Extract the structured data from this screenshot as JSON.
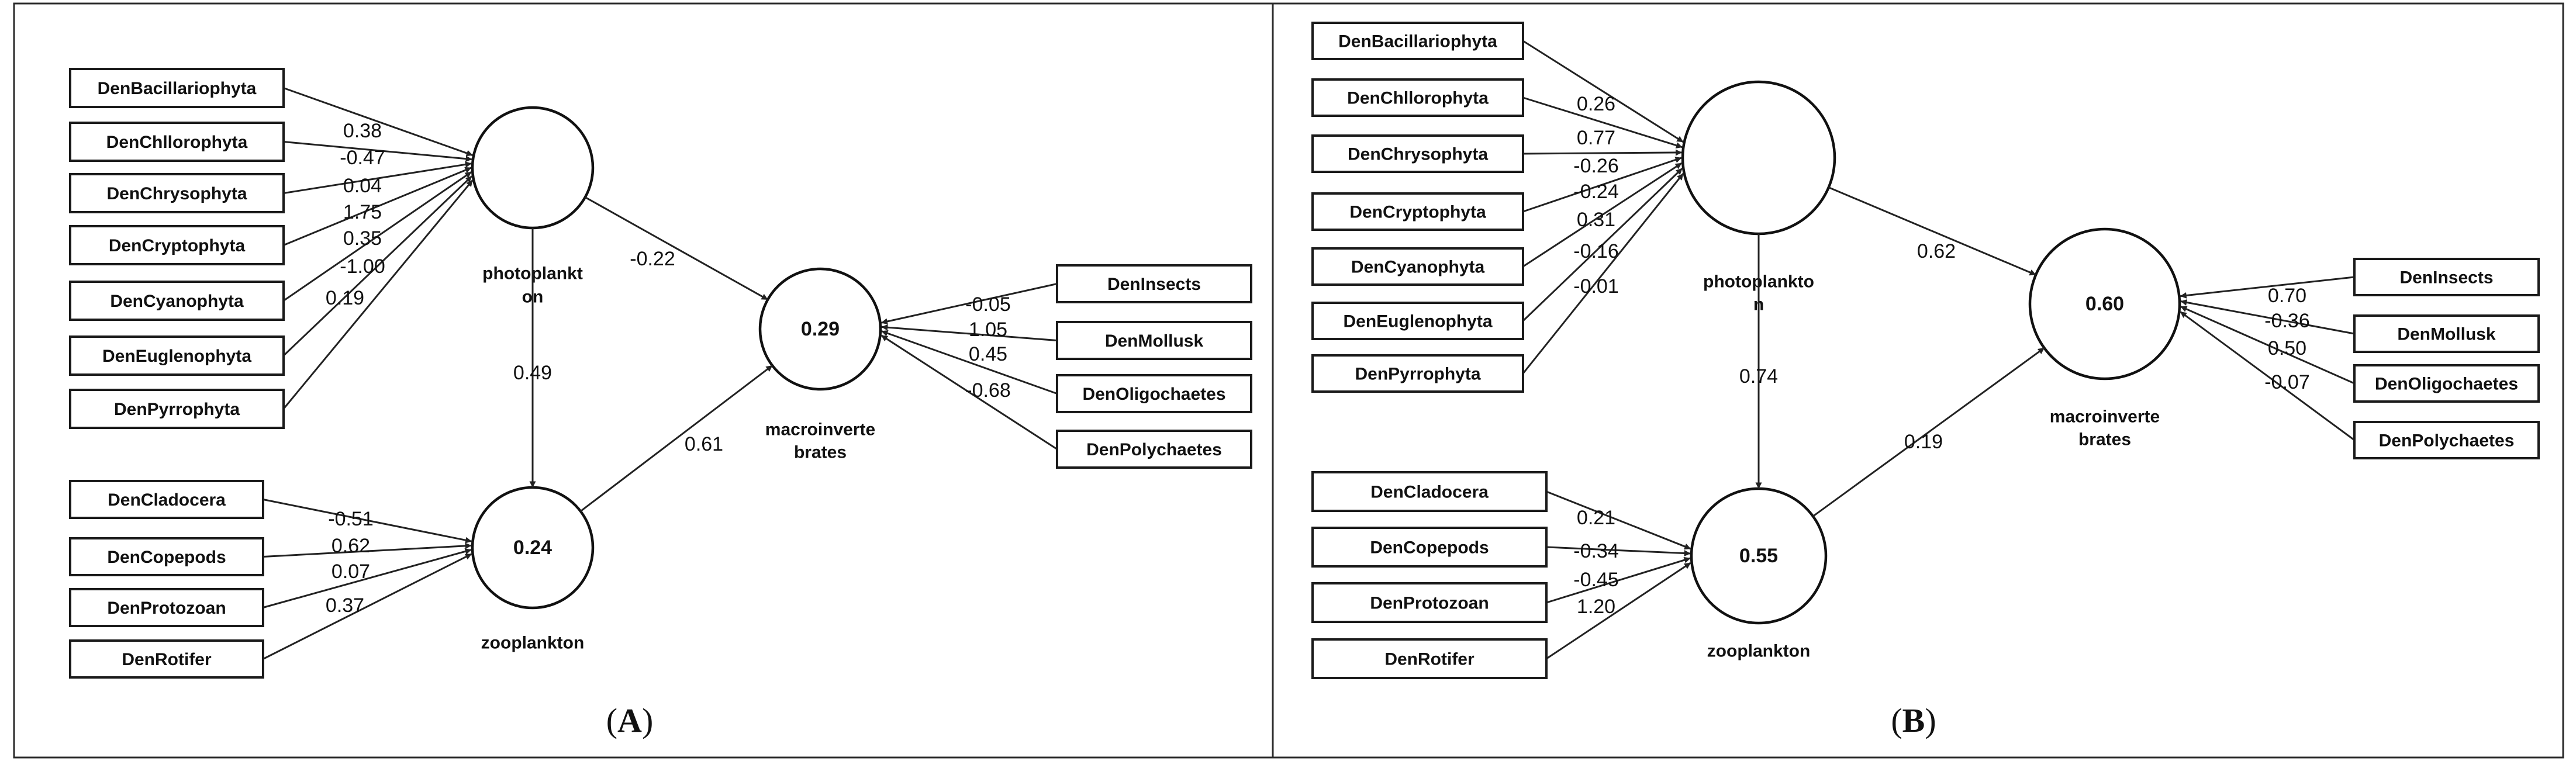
{
  "diagrams": [
    {
      "label": "A",
      "formative": [
        {
          "name": "DenBacillariophyta",
          "coef": "0.38"
        },
        {
          "name": "DenChllorophyta",
          "coef": "-0.47"
        },
        {
          "name": "DenChrysophyta",
          "coef": "0.04"
        },
        {
          "name": "DenCryptophyta",
          "coef": "1.75"
        },
        {
          "name": "DenCyanophyta",
          "coef": "0.35"
        },
        {
          "name": "DenEuglenophyta",
          "coef": "-1.00"
        },
        {
          "name": "DenPyrrophyta",
          "coef": "0.19"
        }
      ],
      "zoo_ind": [
        {
          "name": "DenCladocera",
          "coef": "-0.51"
        },
        {
          "name": "DenCopepods",
          "coef": "0.62"
        },
        {
          "name": "DenProtozoan",
          "coef": "0.07"
        },
        {
          "name": "DenRotifer",
          "coef": "0.37"
        }
      ],
      "macro_ind": [
        {
          "name": "DenInsects",
          "coef": "-0.05"
        },
        {
          "name": "DenMollusk",
          "coef": "1.05"
        },
        {
          "name": "DenOligochaetes",
          "coef": "0.45"
        },
        {
          "name": "DenPolychaetes",
          "coef": "-0.68"
        }
      ],
      "latent": {
        "phyto": {
          "name_lines": [
            "photoplankt",
            "on"
          ],
          "r2": ""
        },
        "zoo": {
          "name_lines": [
            "zooplankton"
          ],
          "r2": "0.24"
        },
        "macro": {
          "name_lines": [
            "macroinverte",
            "brates"
          ],
          "r2": "0.29"
        }
      },
      "paths": {
        "phyto_macro": "-0.22",
        "phyto_zoo": "0.49",
        "zoo_macro": "0.61"
      }
    },
    {
      "label": "B",
      "formative": [
        {
          "name": "DenBacillariophyta",
          "coef": "0.26"
        },
        {
          "name": "DenChllorophyta",
          "coef": "0.77"
        },
        {
          "name": "DenChrysophyta",
          "coef": "-0.26"
        },
        {
          "name": "DenCryptophyta",
          "coef": "-0.24"
        },
        {
          "name": "DenCyanophyta",
          "coef": "0.31"
        },
        {
          "name": "DenEuglenophyta",
          "coef": "-0.16"
        },
        {
          "name": "DenPyrrophyta",
          "coef": "-0.01"
        }
      ],
      "zoo_ind": [
        {
          "name": "DenCladocera",
          "coef": "0.21"
        },
        {
          "name": "DenCopepods",
          "coef": "-0.34"
        },
        {
          "name": "DenProtozoan",
          "coef": "-0.45"
        },
        {
          "name": "DenRotifer",
          "coef": "1.20"
        }
      ],
      "macro_ind": [
        {
          "name": "DenInsects",
          "coef": "0.70"
        },
        {
          "name": "DenMollusk",
          "coef": "-0.36"
        },
        {
          "name": "DenOligochaetes",
          "coef": "0.50"
        },
        {
          "name": "DenPolychaetes",
          "coef": "-0.07"
        }
      ],
      "latent": {
        "phyto": {
          "name_lines": [
            "photoplankto",
            "n"
          ],
          "r2": ""
        },
        "zoo": {
          "name_lines": [
            "zooplankton"
          ],
          "r2": "0.55"
        },
        "macro": {
          "name_lines": [
            "macroinverte",
            "brates"
          ],
          "r2": "0.60"
        }
      },
      "paths": {
        "phyto_macro": "0.62",
        "phyto_zoo": "0.74",
        "zoo_macro": "0.19"
      }
    }
  ]
}
